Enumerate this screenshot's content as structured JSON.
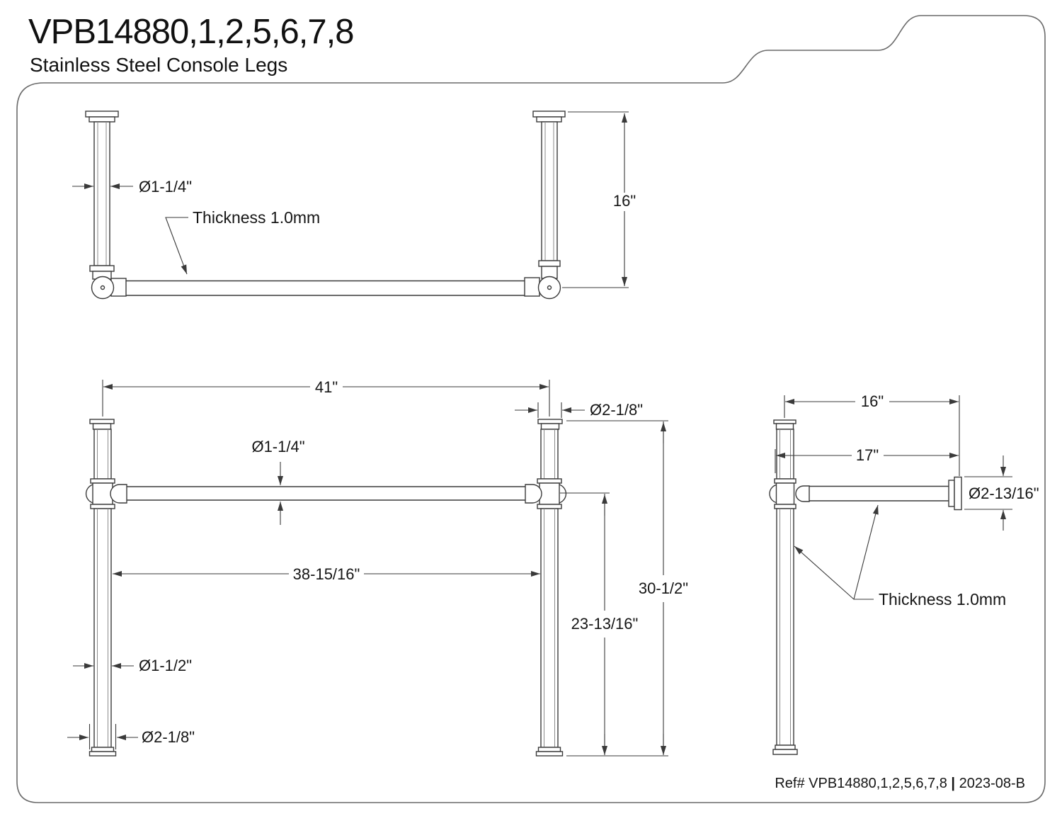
{
  "header": {
    "title": "VPB14880,1,2,5,6,7,8",
    "subtitle": "Stainless Steel Console Legs"
  },
  "top_view": {
    "tube_diameter": "Ø1-1/4\"",
    "thickness_note": "Thickness 1.0mm",
    "depth": "16\""
  },
  "front_view": {
    "overall_width": "41\"",
    "leg_top_diameter": "Ø2-1/8\"",
    "crossbar_diameter": "Ø1-1/4\"",
    "inner_width": "38-15/16\"",
    "overall_height": "30-1/2\"",
    "crossbar_height": "23-13/16\"",
    "leg_diameter": "Ø1-1/2\"",
    "base_diameter": "Ø2-1/8\""
  },
  "side_view": {
    "depth_to_center": "16\"",
    "depth_overall": "17\"",
    "wall_flange_diameter": "Ø2-13/16\"",
    "thickness_note": "Thickness 1.0mm"
  },
  "footer": {
    "ref_label": "Ref# VPB14880,1,2,5,6,7,8 ",
    "separator": "|",
    "revision": " 2023-08-B"
  },
  "colors": {
    "line": "#3a3a3a",
    "border": "#6a6a6a",
    "text": "#161616",
    "background": "#ffffff"
  }
}
